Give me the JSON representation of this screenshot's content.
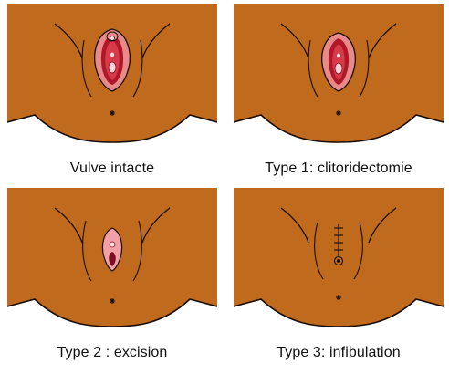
{
  "palette": {
    "skin": "#c06a1e",
    "outline": "#1a0d05",
    "labia_inner": "#e88a8a",
    "mucosa_dark": "#b0182a",
    "mucosa_mid": "#d83a4a",
    "highlight": "#ffe0e4",
    "background": "#ffffff"
  },
  "panels": [
    {
      "id": "intact",
      "caption": "Vulve intacte"
    },
    {
      "id": "type1",
      "caption": "Type 1: clitoridectomie"
    },
    {
      "id": "type2",
      "caption": "Type 2 : excision"
    },
    {
      "id": "type3",
      "caption": "Type 3: infibulation"
    }
  ]
}
